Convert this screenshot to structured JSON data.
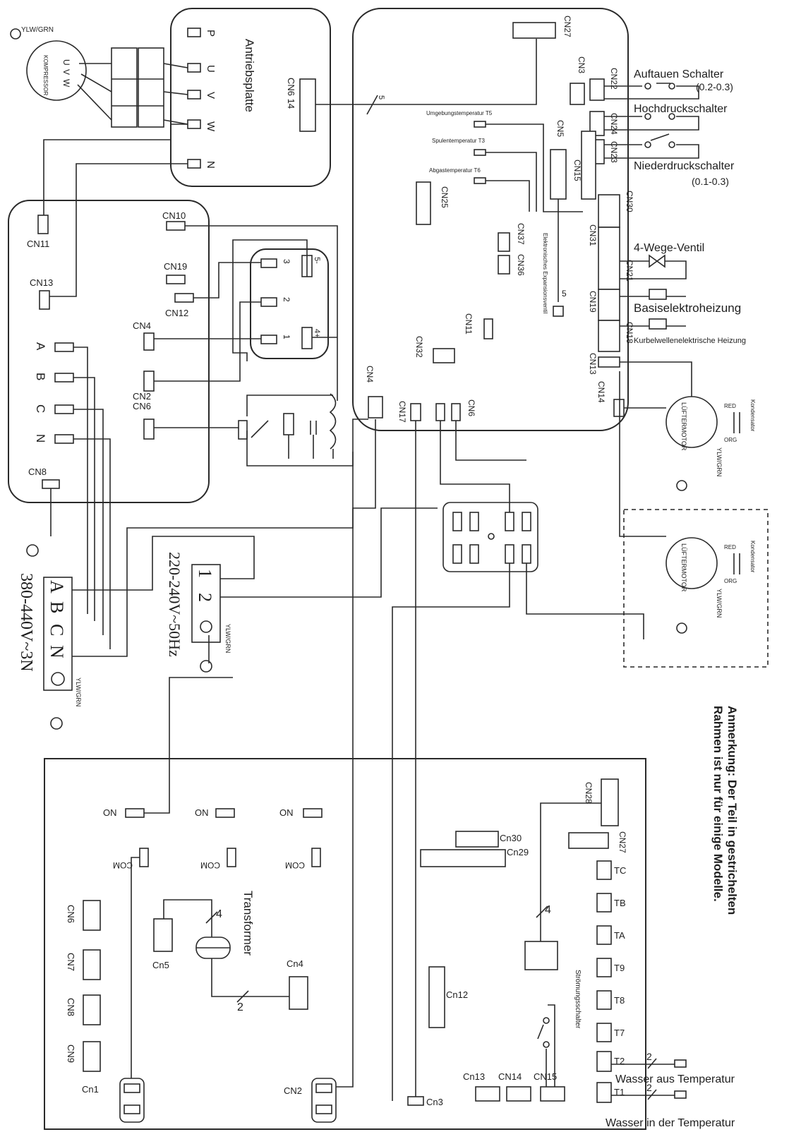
{
  "outdoor_board": {
    "connectors": [
      "CN27",
      "CN3",
      "CN22",
      "CN24",
      "CN23",
      "CN5",
      "CN15",
      "CN25",
      "CN37",
      "CN36",
      "CN30",
      "CN31",
      "CN21",
      "CN19",
      "CN18",
      "CN13",
      "CN14",
      "CN4",
      "CN17",
      "CN6",
      "CN11",
      "CN32",
      "CN6 14"
    ],
    "sensors": [
      "Umgebungstemperatur T5",
      "Spulentemperatur T3",
      "Abgastemperatur T6"
    ],
    "expansion_valve": "Elektronisches Expansionsventil",
    "expansion_valve_wires": "5",
    "bus_wires": "5"
  },
  "labels": {
    "defrost_switch": "Auftauen Schalter",
    "defrost_range": "(0.2-0.3)",
    "high_pressure": "Hochdruckschalter",
    "low_pressure": "Niederdruckschalter",
    "low_range": "(0.1-0.3)",
    "four_way_valve": "4-Wege-Ventil",
    "base_heater": "Basiselektroheizung",
    "crank_heater": "Kurbelwellenelektrische Heizung",
    "drive_board": "Antriebsplatte",
    "terminal_p": "P",
    "terminal_u": "U",
    "terminal_v": "V",
    "terminal_w": "W",
    "terminal_n": "N",
    "ground_wire": "YLW/GRN",
    "fan_red": "RED",
    "fan_org": "ORG",
    "fan_capacitor": "Kondensator",
    "fan_motor": "LÜFTERMOTOR",
    "compressor": "KOMPRESSOR",
    "compressor_u": "U",
    "compressor_v": "V",
    "compressor_w": "W"
  },
  "filter_board": {
    "connectors": [
      "CN10",
      "CN11",
      "CN13",
      "CN19",
      "CN12",
      "CN4",
      "CN2",
      "CN6",
      "CN8"
    ],
    "terminals": [
      "A",
      "B",
      "C",
      "N"
    ],
    "inductor_pins": [
      "3",
      "2",
      "1",
      "5-",
      "4+"
    ]
  },
  "power": {
    "three_phase_terminals": [
      "A",
      "B",
      "C",
      "N"
    ],
    "three_phase_label": "380-440V~3N",
    "single_phase_terminals": [
      "1",
      "2"
    ],
    "single_phase_label": "220-240V~50Hz"
  },
  "note": {
    "line1": "Anmerkung: Der Teil in gestrichelten",
    "line2": "Rahmen ist nur für einige Modelle."
  },
  "hydro_board": {
    "on_labels": [
      "ON",
      "ON",
      "ON"
    ],
    "com_labels": [
      "COM",
      "COM",
      "COM"
    ],
    "transformer": "Transformer",
    "transformer_wires_a": "4",
    "transformer_wires_b": "2",
    "wires_4": "4",
    "connectors": [
      "Cn5",
      "Cn4",
      "CN6",
      "CN7",
      "CN8",
      "CN9",
      "Cn1",
      "CN2",
      "Cn3",
      "Cn12",
      "Cn13",
      "CN14",
      "CN15",
      "Cn30",
      "Cn29",
      "CN28",
      "CN27"
    ],
    "sensor_ports": [
      "TC",
      "TB",
      "TA",
      "T9",
      "T8",
      "T7",
      "T2",
      "T1"
    ],
    "flow_switch": "Strömungsschalter",
    "water_out": "Wasser aus Temperatur",
    "water_in": "Wasser in der Temperatur",
    "wire_count_t": "2"
  }
}
